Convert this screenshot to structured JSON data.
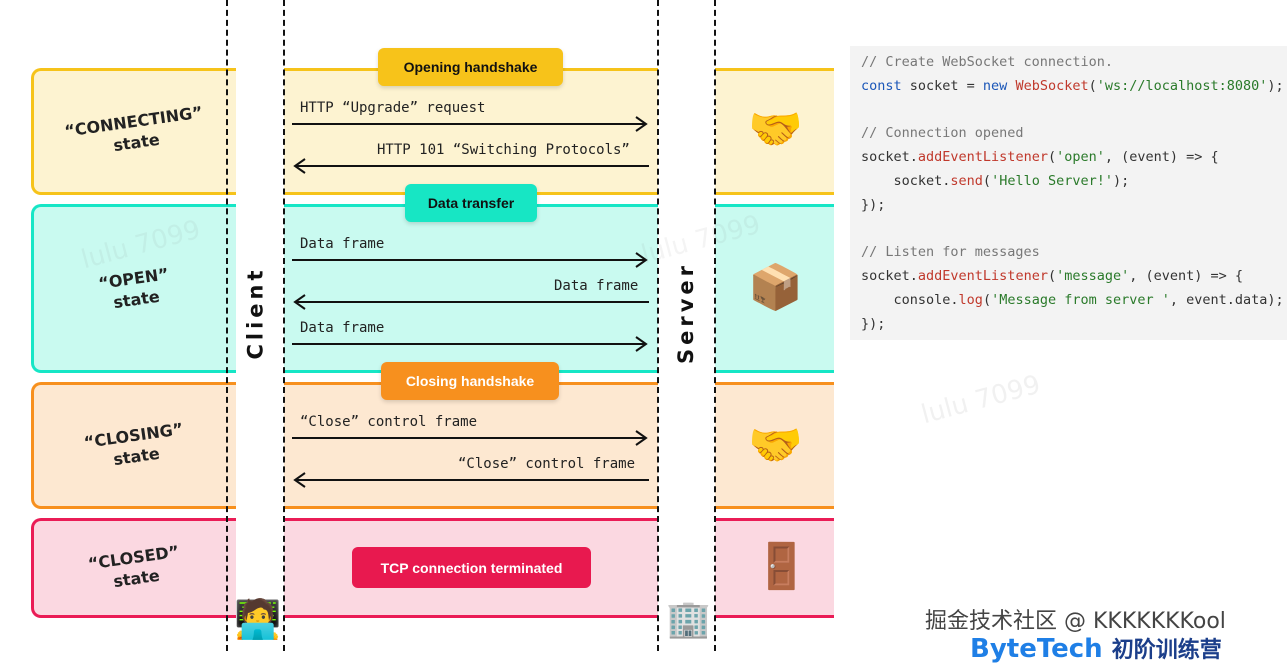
{
  "states": [
    {
      "line1": "“CONNECTING”",
      "line2": "state",
      "fill": "#fdf3d1",
      "border": "#f6c31a"
    },
    {
      "line1": "“OPEN”",
      "line2": "state",
      "fill": "#c9faf0",
      "border": "#16e6c6"
    },
    {
      "line1": "“CLOSING”",
      "line2": "state",
      "fill": "#fde8d1",
      "border": "#f7901e"
    },
    {
      "line1": "“CLOSED”",
      "line2": "state",
      "fill": "#fbd8e1",
      "border": "#ea1c56"
    }
  ],
  "lanes": {
    "client": "Client",
    "server": "Server"
  },
  "phases": {
    "opening": "Opening handshake",
    "data": "Data transfer",
    "closing": "Closing handshake",
    "terminated": "TCP connection terminated"
  },
  "messages": {
    "upgrade": "HTTP “Upgrade” request",
    "switching": "HTTP 101 “Switching Protocols”",
    "data1": "Data frame",
    "data2": "Data frame",
    "data3": "Data frame",
    "close1": "“Close” control frame",
    "close2": "“Close” control frame"
  },
  "icons": {
    "handshake": "🤝",
    "package": "📦",
    "door": "🚪",
    "client_person": "🧑‍💻",
    "server_building": "🏢"
  },
  "code": {
    "line1": "// Create WebSocket connection.",
    "line2_kw": "const",
    "line2_a": " socket = ",
    "line2_new": "new",
    "line2_cls": " WebSocket",
    "line2_b": "(",
    "line2_str": "'ws://localhost:8080'",
    "line2_c": ");",
    "line4": "// Connection opened",
    "line5_a": "socket.",
    "line5_fn": "addEventListener",
    "line5_b": "(",
    "line5_str": "'open'",
    "line5_c": ", (event) => {",
    "line6_a": "    socket.",
    "line6_fn": "send",
    "line6_b": "(",
    "line6_str": "'Hello Server!'",
    "line6_c": ");",
    "line7": "});",
    "line9": "// Listen for messages",
    "line10_a": "socket.",
    "line10_fn": "addEventListener",
    "line10_b": "(",
    "line10_str": "'message'",
    "line10_c": ", (event) => {",
    "line11_a": "    console.",
    "line11_fn": "log",
    "line11_b": "(",
    "line11_str": "'Message from server '",
    "line11_c": ", event.data);",
    "line12": "});"
  },
  "watermark": {
    "juejin": "掘金技术社区 @ KKKKKKKool",
    "bytetech": "ByteTech",
    "training": "初阶训练营",
    "lulu": "lulu 7099"
  }
}
